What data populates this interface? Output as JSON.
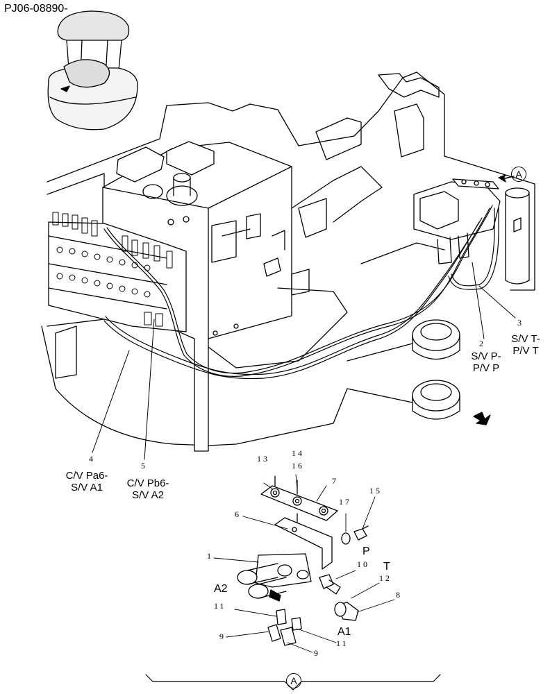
{
  "drawing_code": "PJ06-08890-",
  "view_marker": "A",
  "callouts": {
    "c3": "3",
    "c2": "2",
    "c4": "4",
    "c5": "5",
    "c13": "13",
    "c14": "14",
    "c16": "16",
    "c7": "7",
    "c6": "6",
    "c17": "17",
    "c15": "15",
    "c1": "1",
    "c10": "10",
    "c12": "12",
    "c8": "8",
    "c11a": "11",
    "c11b": "11",
    "c9a": "9",
    "c9b": "9"
  },
  "hose_labels": {
    "sv_t": [
      "S/V T-",
      "P/V T"
    ],
    "sv_p": [
      "S/V P-",
      "P/V P"
    ],
    "cv_pa6": [
      "C/V Pa6-",
      "S/V A1"
    ],
    "cv_pb6": [
      "C/V Pb6-",
      "S/V A2"
    ]
  },
  "port_labels": {
    "P": "P",
    "T": "T",
    "A2": "A2",
    "A1": "A1"
  },
  "colors": {
    "line": "#000000",
    "background": "#ffffff"
  }
}
